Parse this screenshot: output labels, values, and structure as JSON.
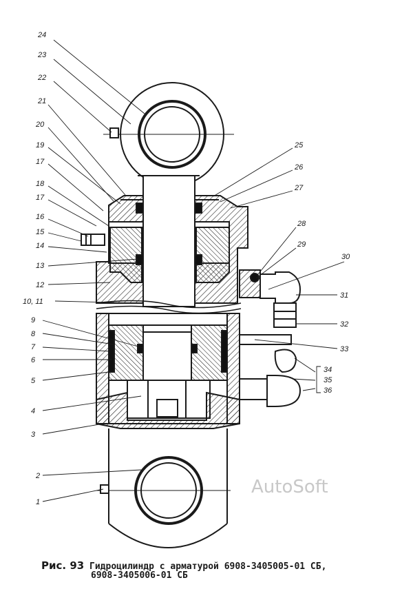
{
  "diagram": {
    "callouts": [
      "1",
      "2",
      "3",
      "4",
      "5",
      "6",
      "7",
      "8",
      "9",
      "10, 11",
      "12",
      "13",
      "14",
      "15",
      "16",
      "17",
      "18",
      "17",
      "19",
      "20",
      "21",
      "22",
      "23",
      "24",
      "25",
      "26",
      "27",
      "28",
      "29",
      "30",
      "31",
      "32",
      "33",
      "34",
      "35",
      "36"
    ],
    "watermark": "AutoSoft"
  },
  "caption": {
    "figure": "Рис. 93",
    "line1": "Гидроцилиндр с арматурой 6908-3405005-01 СБ,",
    "line2": "6908-3405006-01 СБ"
  },
  "colors": {
    "ink": "#1a1a1a",
    "watermark": "#c8c8c8"
  }
}
